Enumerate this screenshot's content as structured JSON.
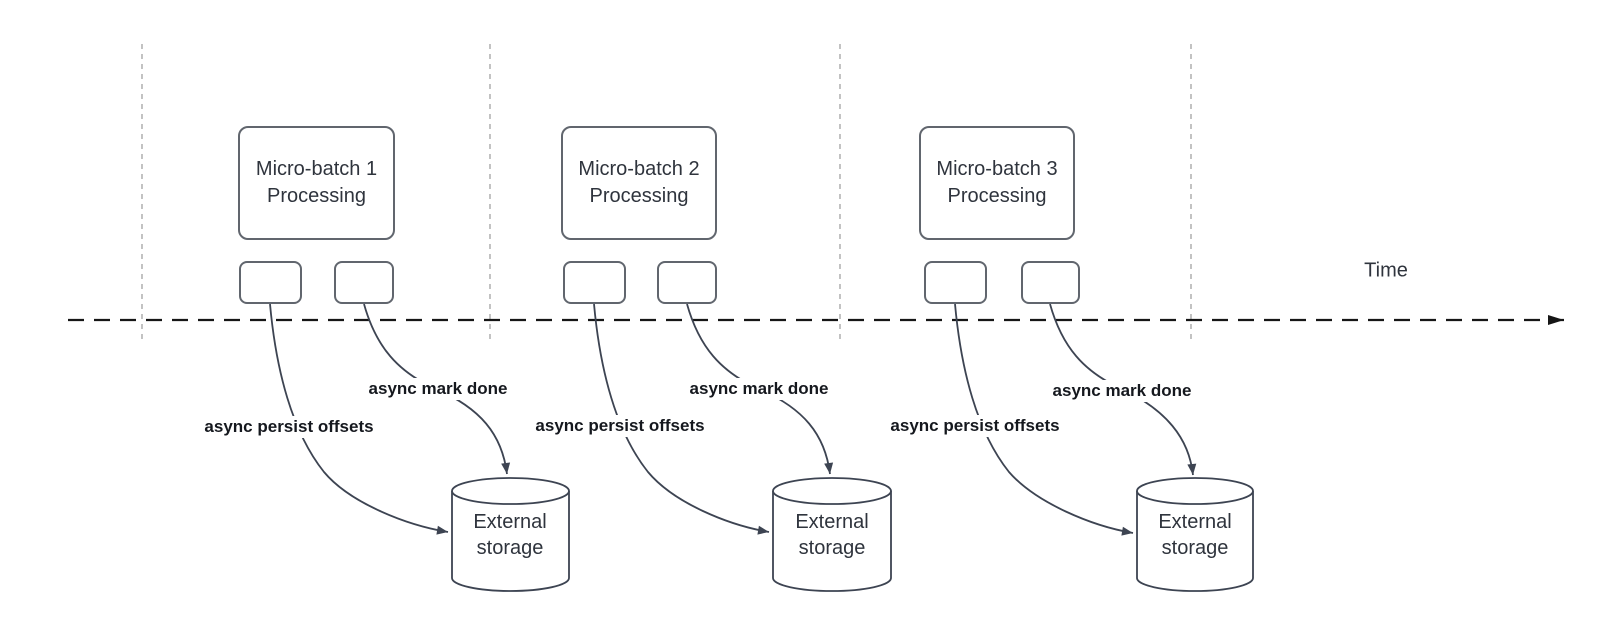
{
  "diagram": {
    "time_label": "Time",
    "batches": [
      {
        "title_line1": "Micro-batch 1",
        "title_line2": "Processing",
        "persist_label": "async persist offsets",
        "done_label": "async mark done",
        "storage_line1": "External",
        "storage_line2": "storage"
      },
      {
        "title_line1": "Micro-batch 2",
        "title_line2": "Processing",
        "persist_label": "async persist offsets",
        "done_label": "async mark done",
        "storage_line1": "External",
        "storage_line2": "storage"
      },
      {
        "title_line1": "Micro-batch 3",
        "title_line2": "Processing",
        "persist_label": "async persist offsets",
        "done_label": "async mark done",
        "storage_line1": "External",
        "storage_line2": "storage"
      }
    ],
    "colors": {
      "arrow_stroke": "#3d4452",
      "timeline_stroke": "#161616",
      "guide_stroke": "#b4b4b4",
      "box_border": "#61666e",
      "text": "#2f343d",
      "label_text": "#15181e",
      "background": "#ffffff"
    }
  }
}
